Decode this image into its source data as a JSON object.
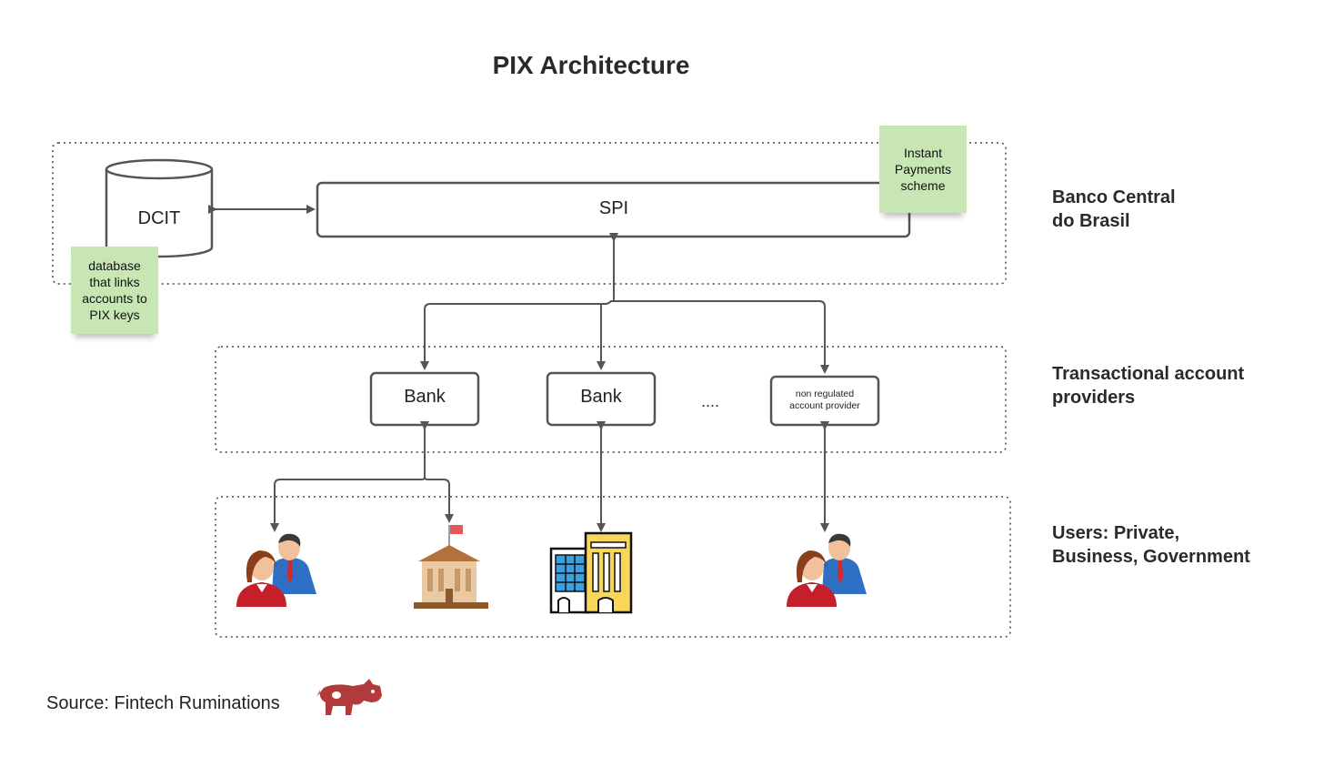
{
  "title": "PIX Architecture",
  "zones": {
    "central_bank": "Banco Central\ndo Brasil",
    "providers": "Transactional account\nproviders",
    "users": "Users: Private,\nBusiness, Government"
  },
  "nodes": {
    "dcit": "DCIT",
    "spi": "SPI",
    "bank1": "Bank",
    "bank2": "Bank",
    "ellipsis": "....",
    "nonreg_line1": "non regulated",
    "nonreg_line2": "account provider"
  },
  "notes": {
    "dcit_note": "database\nthat links\naccounts to\nPIX keys",
    "spi_note": "Instant\nPayments\nscheme"
  },
  "source": "Source: Fintech Ruminations",
  "colors": {
    "note_bg": "#c8e6b4",
    "line": "#555555",
    "box_border": "#555555",
    "cow": "#b23a3a"
  },
  "icons": [
    "people-icon",
    "government-building-icon",
    "office-buildings-icon",
    "people-icon",
    "cow-logo-icon"
  ]
}
